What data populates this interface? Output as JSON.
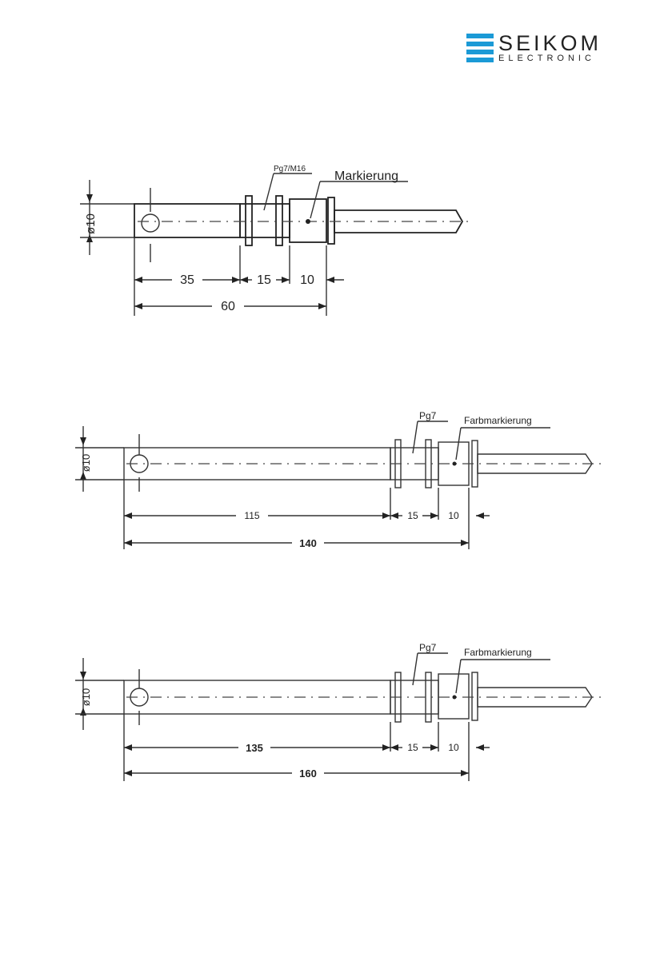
{
  "logo": {
    "brand": "SEIKOM",
    "sub": "ELECTRONIC",
    "colors": {
      "blue": "#1b9ad6",
      "dark": "#222222"
    }
  },
  "drawings": [
    {
      "diameter_label": "ø10",
      "thread_label": "Pg7/M16",
      "marking_label": "Markierung",
      "dims": {
        "shaft": "35",
        "thread": "15",
        "head": "10",
        "total": "60"
      }
    },
    {
      "diameter_label": "ø10",
      "thread_label": "Pg7",
      "marking_label": "Farbmarkierung",
      "dims": {
        "shaft": "115",
        "thread": "15",
        "head": "10",
        "total": "140"
      }
    },
    {
      "diameter_label": "ø10",
      "thread_label": "Pg7",
      "marking_label": "Farbmarkierung",
      "dims": {
        "shaft": "135",
        "thread": "15",
        "head": "10",
        "total": "160"
      }
    }
  ]
}
